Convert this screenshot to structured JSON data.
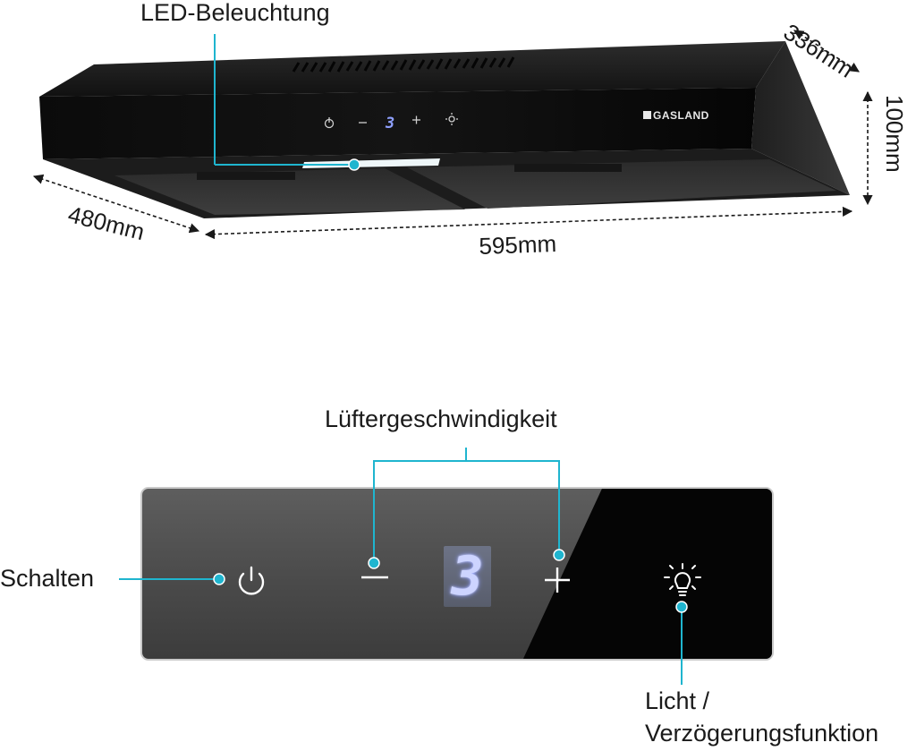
{
  "annotations": {
    "led_lighting": "LED-Beleuchtung",
    "fan_speed": "Lüftergeschwindigkeit",
    "switch": "Schalten",
    "light_line1": "Licht /",
    "light_line2": "Verzögerungsfunktion"
  },
  "dimensions": {
    "depth": "336mm",
    "height": "100mm",
    "side": "480mm",
    "width": "595mm"
  },
  "hood": {
    "brand": "GASLAND",
    "mini_display": "3"
  },
  "panel": {
    "speed_display": "3",
    "minus_symbol": "−",
    "plus_symbol": "+"
  },
  "colors": {
    "accent": "#1fb5cf",
    "panel_dark": "#050505",
    "panel_glass": "#4a4a4a",
    "display_blue": "#8d9cff"
  },
  "icons": [
    "power-icon",
    "minus-icon",
    "plus-icon",
    "light-bulb-icon"
  ]
}
